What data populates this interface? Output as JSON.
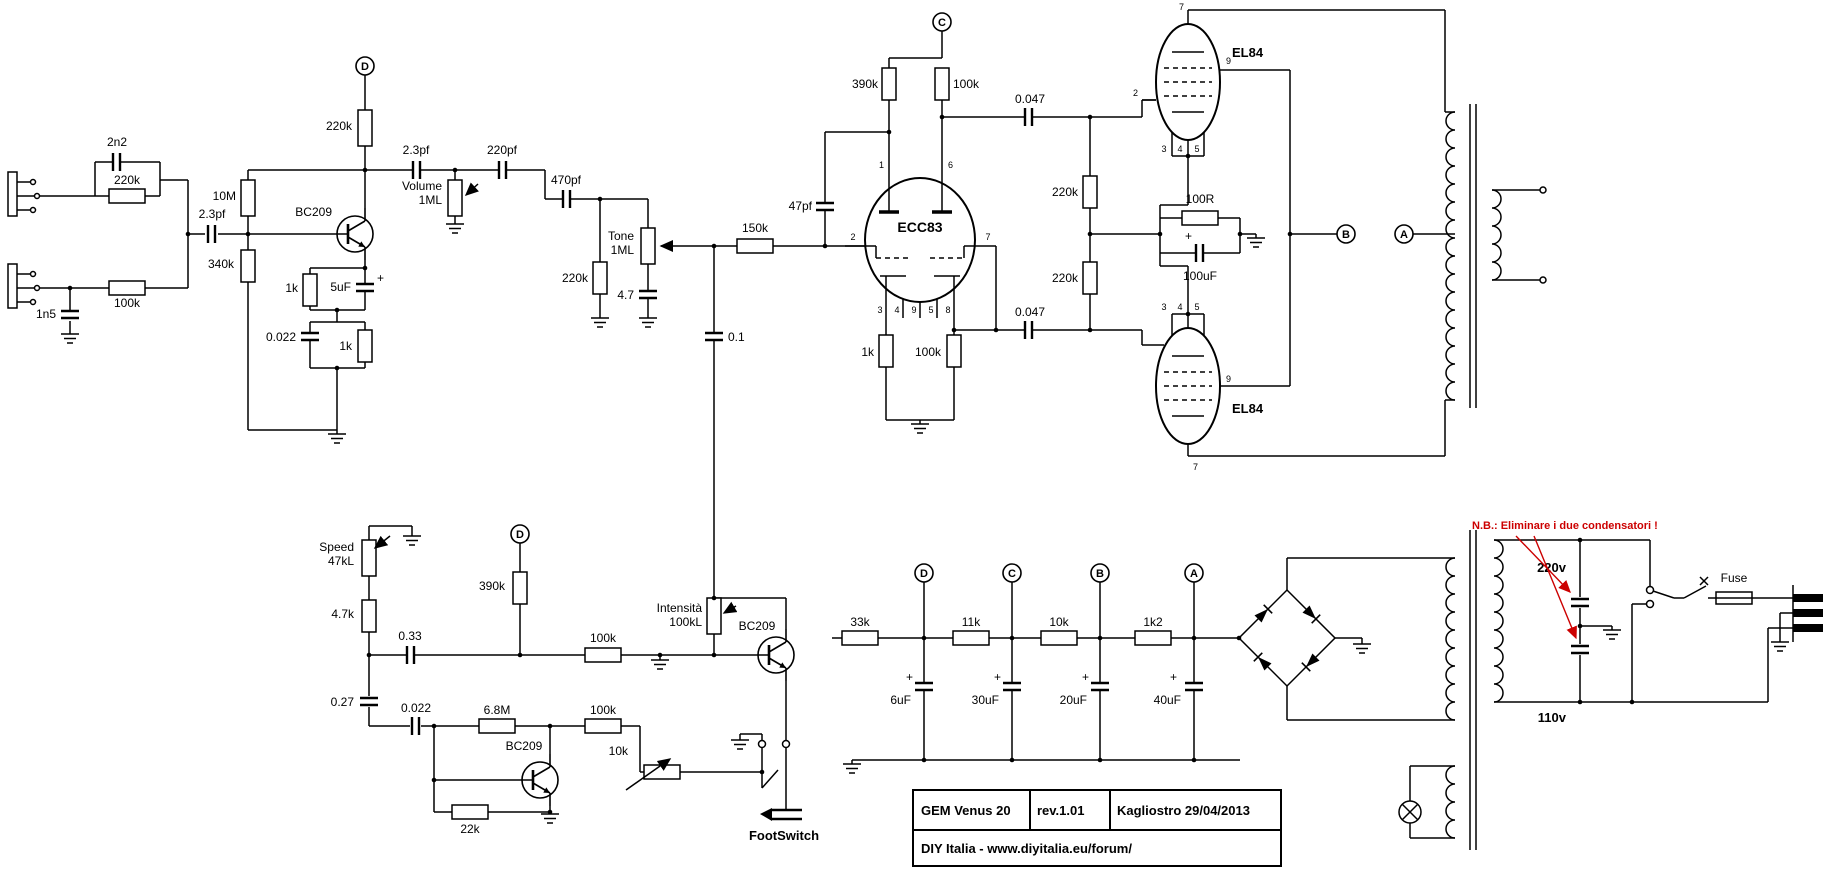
{
  "title_block": {
    "model": "GEM Venus 20",
    "revision": "rev.1.01",
    "author_date": "Kagliostro 29/04/2013",
    "website": "DIY Italia - www.diyitalia.eu/forum/"
  },
  "symbols": {
    "plus": "+"
  },
  "preamp": {
    "node_d": "D",
    "c_in": "2n2",
    "r_in_top": "220k",
    "r_in_bottom": "100k",
    "c_in_gnd": "1n5",
    "c_couple": "2.3pf",
    "r_feedback": "10M",
    "q1": "BC209",
    "r_base": "340k",
    "r_plate": "220k",
    "r_em1": "1k",
    "c_em_bypass": "5uF",
    "c_em2": "0.022",
    "r_em2": "1k",
    "volume_label": "Volume",
    "volume_value": "1ML",
    "c_bright": "2.3pf",
    "c_couple2": "220pf",
    "c_couple3": "470pf",
    "r_shunt": "220k",
    "tone_label": "Tone",
    "tone_value": "1ML",
    "c_tone": "4.7",
    "r_grid": "150k",
    "c_trem": "0.1"
  },
  "phase_inverter": {
    "node_c": "C",
    "r_plate1": "390k",
    "r_plate2": "100k",
    "c_fb": "47pf",
    "tube": "ECC83",
    "pins_top": [
      "1",
      "6"
    ],
    "pin_left": "2",
    "pin_right": "7",
    "pins_bottom": [
      "3",
      "4",
      "9",
      "5",
      "8"
    ],
    "r_k": "1k",
    "r_k2": "100k",
    "c_out_top": "0.047",
    "c_out_bottom": "0.047",
    "r_g_top": "220k",
    "r_g_bottom": "220k",
    "r_k_power": "100R",
    "c_k_power": "100uF",
    "node_b": "B",
    "node_a": "A"
  },
  "power_amp": {
    "tube_top": "EL84",
    "tube_bottom": "EL84",
    "top_pins": {
      "p7": "7",
      "p9": "9",
      "p2": "2",
      "p3": "3",
      "p4": "4",
      "p5": "5"
    },
    "bottom_pins": {
      "p3": "3",
      "p4": "4",
      "p5": "5",
      "p9": "9",
      "p7": "7"
    }
  },
  "tremolo": {
    "speed_label": "Speed",
    "speed_value": "47kL",
    "r1": "4.7k",
    "c1": "0.33",
    "c2": "0.27",
    "c3": "0.022",
    "r2": "6.8M",
    "r3": "390k",
    "node_d": "D",
    "r4": "100k",
    "r5": "100k",
    "intensity_label": "Intensità",
    "intensity_value": "100kL",
    "q2": "BC209",
    "q3": "BC209",
    "r6": "10k",
    "r7": "22k",
    "footswitch": "FootSwitch"
  },
  "power_supply": {
    "node_d": "D",
    "node_c": "C",
    "node_b": "B",
    "node_a": "A",
    "r1": "33k",
    "r2": "11k",
    "r3": "10k",
    "r4": "1k2",
    "c1": "6uF",
    "c2": "30uF",
    "c3": "20uF",
    "c4": "40uF",
    "tap_high": "220v",
    "tap_low": "110v",
    "fuse": "Fuse",
    "note": "N.B.: Eliminare i due condensatori !"
  }
}
